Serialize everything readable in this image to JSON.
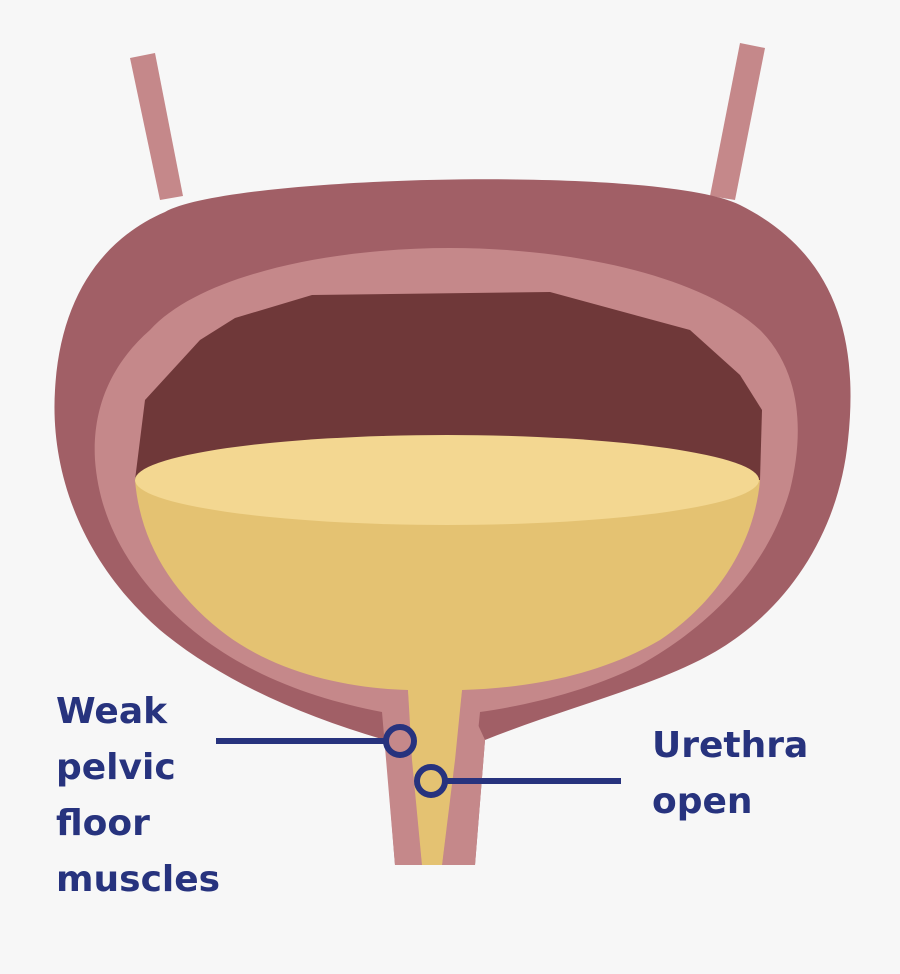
{
  "colors": {
    "background": "#f7f7f7",
    "outer_wall": "#a15f66",
    "inner_lining": "#c5888a",
    "cavity": "#6f3839",
    "urine_surface": "#f3d791",
    "urine": "#e4c272",
    "label_navy": "#27337e"
  },
  "labels": {
    "weak_pelvic": {
      "lines": [
        "Weak",
        "pelvic",
        "floor",
        "muscles"
      ]
    },
    "urethra_open": {
      "lines": [
        "Urethra",
        "open"
      ]
    }
  }
}
